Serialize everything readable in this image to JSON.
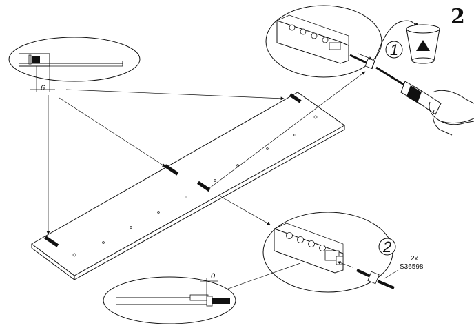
{
  "step": {
    "number": "2"
  },
  "callouts": {
    "first": "1",
    "second": "2"
  },
  "dimensions": {
    "offset_top": "6",
    "offset_bottom": "0"
  },
  "part": {
    "quantity": "2x",
    "code": "S36598"
  },
  "icons": [
    "recycle-bin-icon",
    "screwdriver-icon",
    "hand-icon",
    "screw-icon",
    "cam-bracket-icon",
    "arrow-icon"
  ]
}
